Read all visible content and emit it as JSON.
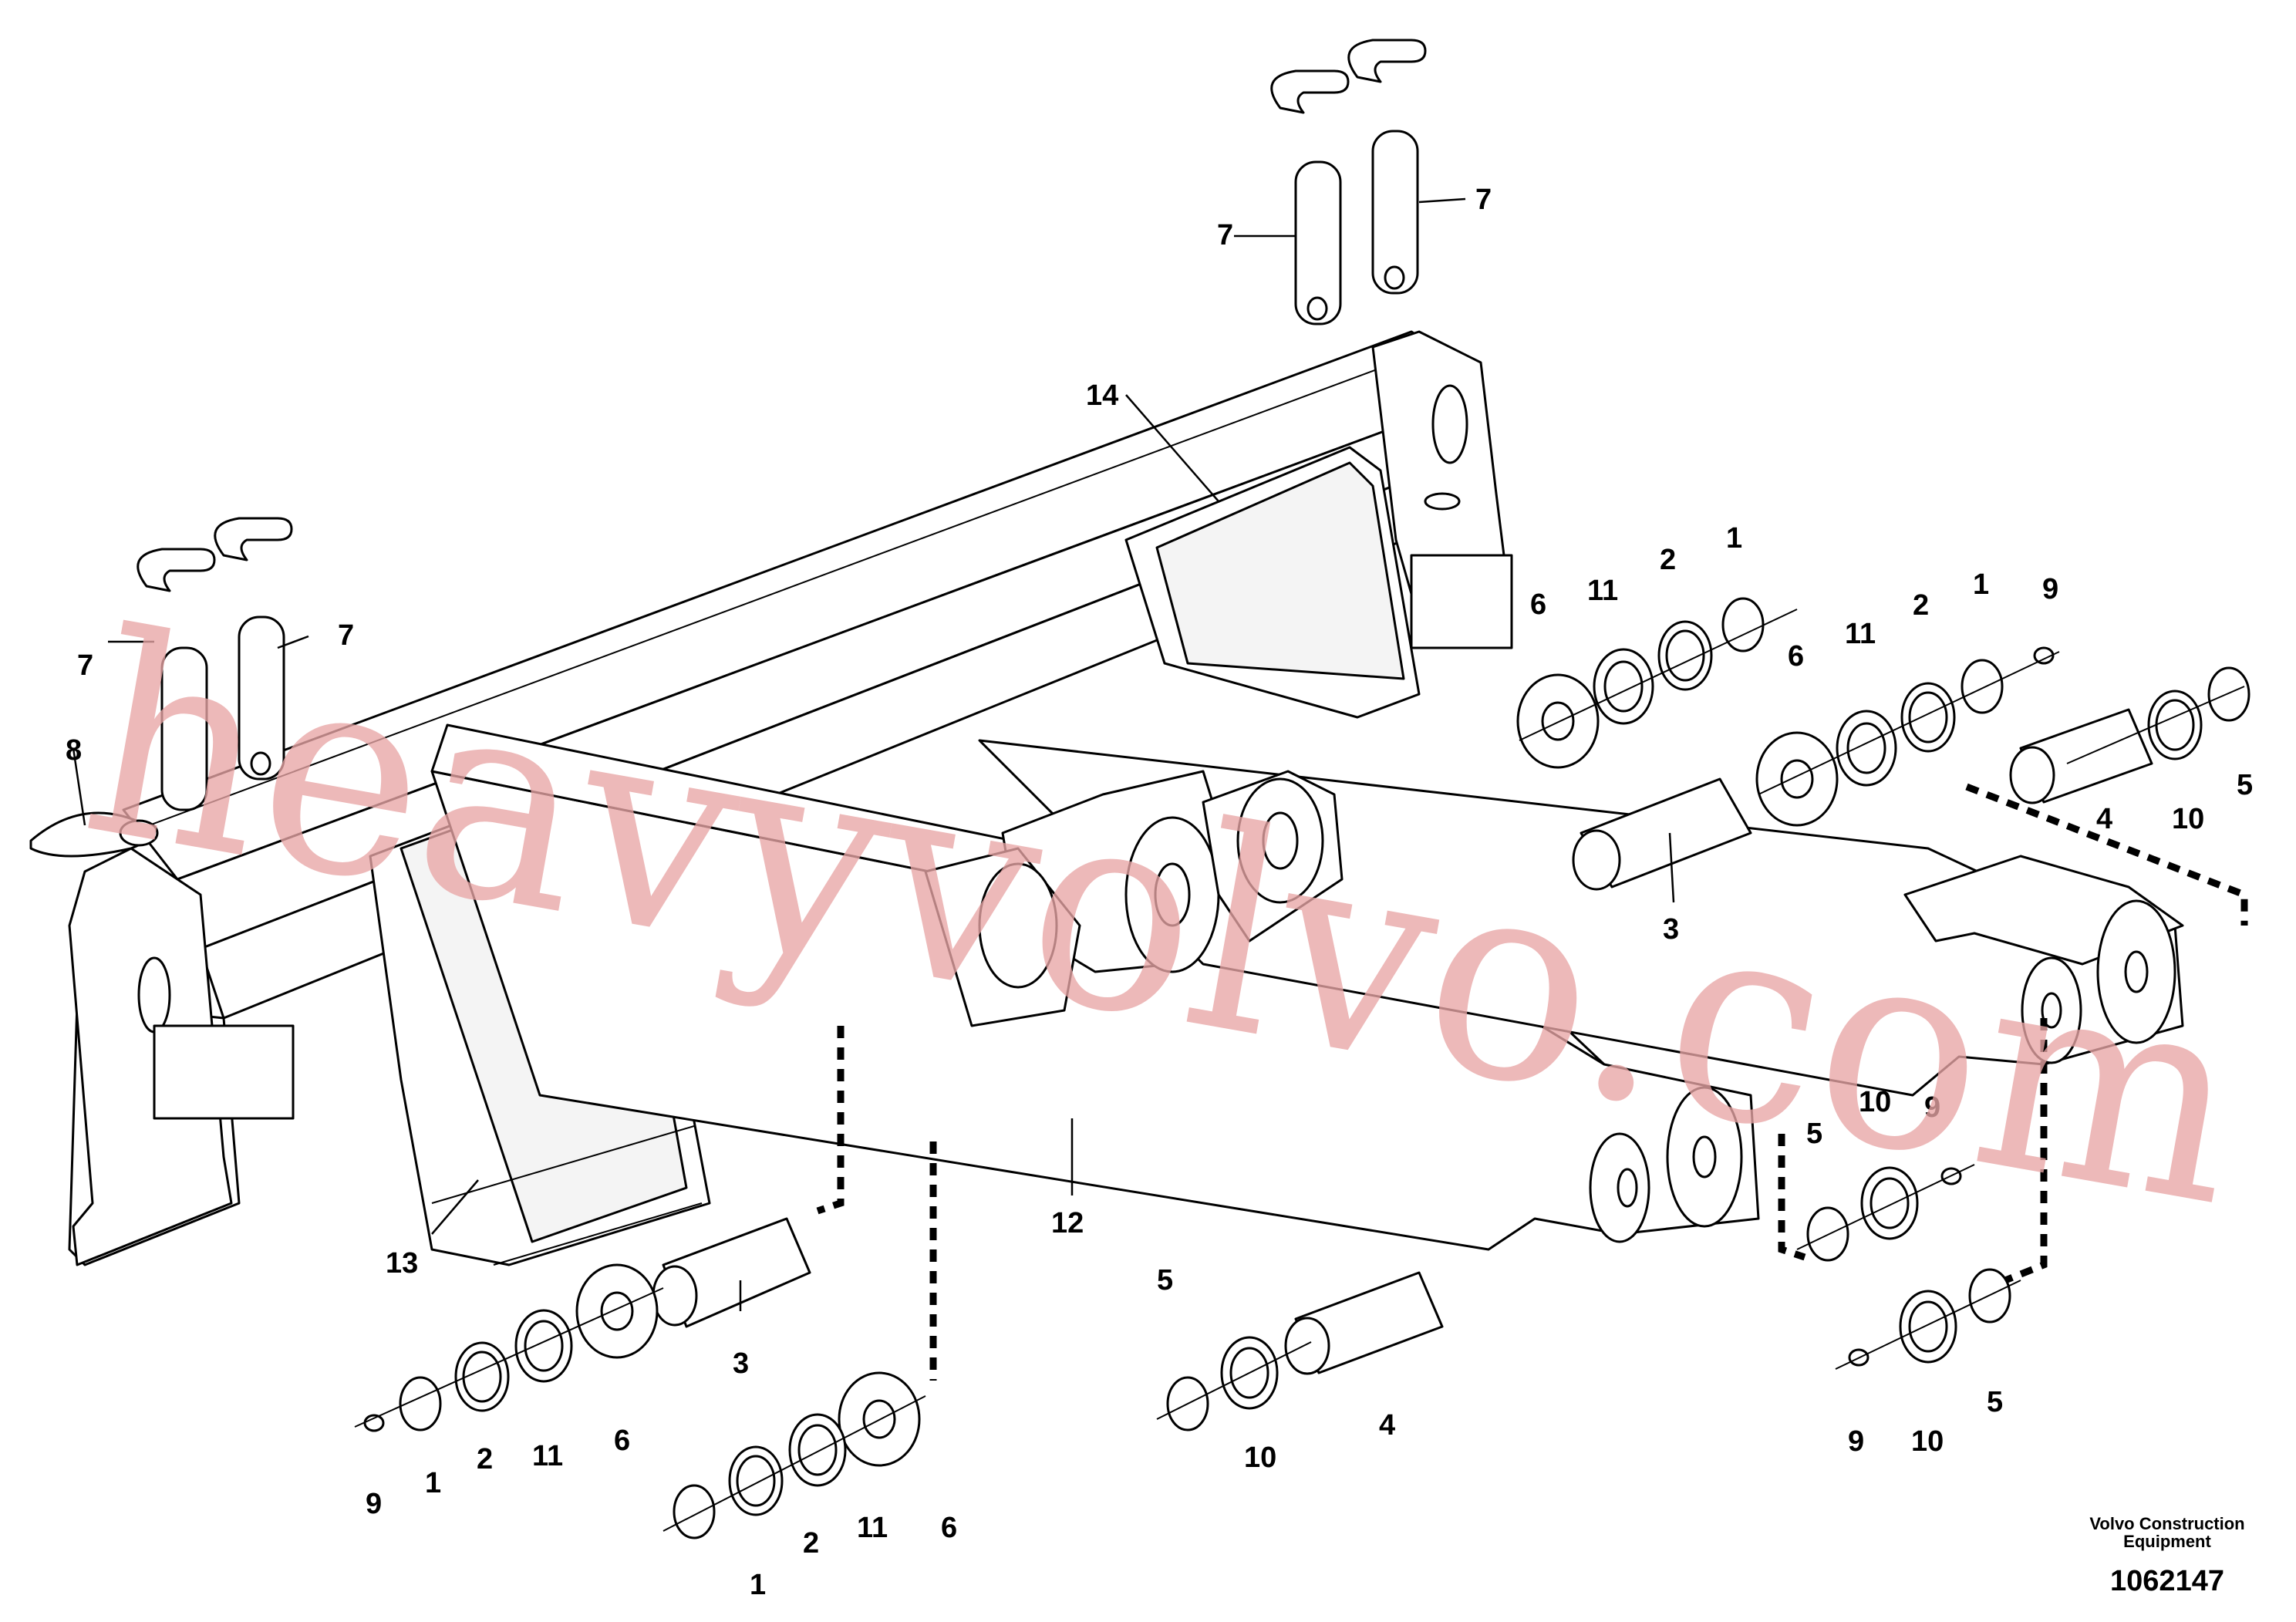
{
  "callouts": {
    "c1a": "1",
    "c1b": "1",
    "c1c": "1",
    "c1d": "1",
    "c2a": "2",
    "c2b": "2",
    "c2c": "2",
    "c2d": "2",
    "c3a": "3",
    "c3b": "3",
    "c4a": "4",
    "c4b": "4",
    "c5a": "5",
    "c5b": "5",
    "c5c": "5",
    "c5d": "5",
    "c6a": "6",
    "c6b": "6",
    "c6c": "6",
    "c6d": "6",
    "c7a": "7",
    "c7b": "7",
    "c7c": "7",
    "c7d": "7",
    "c8": "8",
    "c9a": "9",
    "c9b": "9",
    "c9c": "9",
    "c9d": "9",
    "c10a": "10",
    "c10b": "10",
    "c10c": "10",
    "c10d": "10",
    "c11a": "11",
    "c11b": "11",
    "c11c": "11",
    "c11d": "11",
    "c12": "12",
    "c13": "13",
    "c14": "14"
  },
  "watermark": "heavyvolvo.com",
  "footer": {
    "brand_line1": "Volvo Construction",
    "brand_line2": "Equipment",
    "drawing_number": "1062147"
  }
}
